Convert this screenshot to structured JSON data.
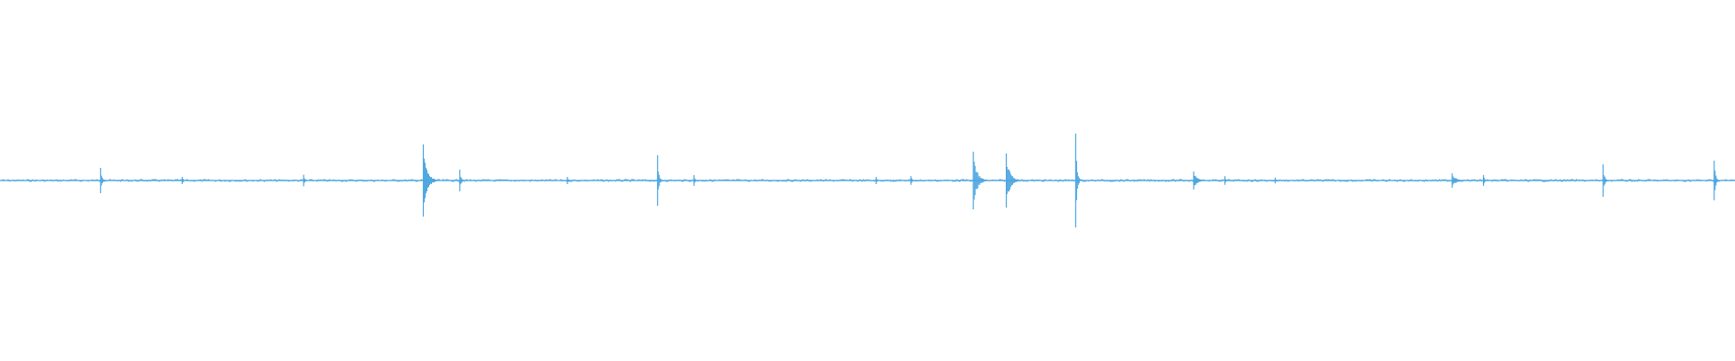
{
  "waveform": {
    "color": "#4da6e0",
    "baseline_color": "#4da6e0",
    "peaks": [
      {
        "pos": 0.058,
        "amp": 0.035
      },
      {
        "pos": 0.105,
        "amp": 0.01
      },
      {
        "pos": 0.175,
        "amp": 0.016
      },
      {
        "pos": 0.244,
        "amp": 0.1,
        "burst": true
      },
      {
        "pos": 0.265,
        "amp": 0.03
      },
      {
        "pos": 0.327,
        "amp": 0.01
      },
      {
        "pos": 0.379,
        "amp": 0.07
      },
      {
        "pos": 0.4,
        "amp": 0.015
      },
      {
        "pos": 0.505,
        "amp": 0.01
      },
      {
        "pos": 0.525,
        "amp": 0.012
      },
      {
        "pos": 0.561,
        "amp": 0.08,
        "burst": true
      },
      {
        "pos": 0.58,
        "amp": 0.075,
        "burst": true
      },
      {
        "pos": 0.62,
        "amp": 0.13
      },
      {
        "pos": 0.688,
        "amp": 0.025,
        "burst": true
      },
      {
        "pos": 0.706,
        "amp": 0.012
      },
      {
        "pos": 0.735,
        "amp": 0.008
      },
      {
        "pos": 0.837,
        "amp": 0.02,
        "burst": true
      },
      {
        "pos": 0.855,
        "amp": 0.015
      },
      {
        "pos": 0.924,
        "amp": 0.045
      },
      {
        "pos": 0.988,
        "amp": 0.055
      }
    ]
  }
}
